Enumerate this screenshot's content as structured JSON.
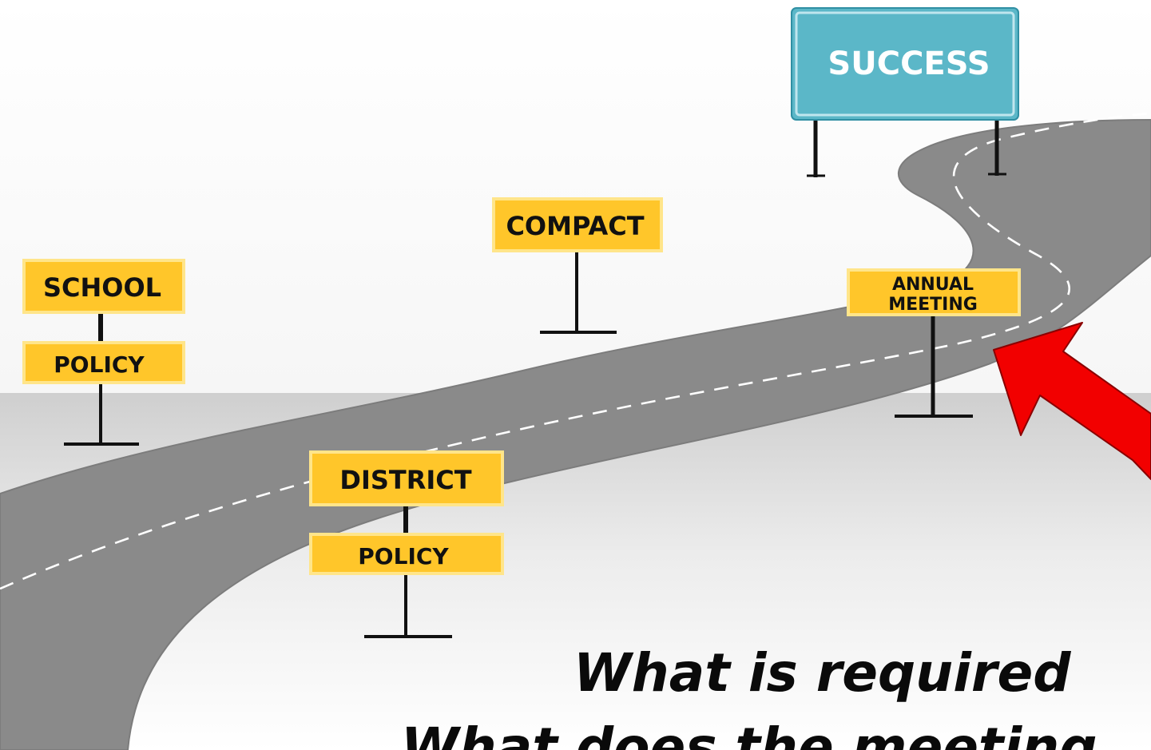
{
  "signs": {
    "success": "SUCCESS",
    "compact": "COMPACT",
    "school": "SCHOOL",
    "school_policy": "POLICY",
    "annual": "ANNUAL",
    "meeting": "MEETING",
    "district": "DISTRICT",
    "district_policy": "POLICY"
  },
  "question": {
    "line1": "What is required",
    "line2": "What does the meeting"
  },
  "colors": {
    "sign_yellow": "#FFC62A",
    "sign_border": "#FFE58A",
    "success_blue": "#5BB7C8",
    "road_gray": "#8A8A8A",
    "arrow_red": "#F20000"
  },
  "icons": {
    "arrow": "red-arrow-icon",
    "road": "winding-road"
  }
}
